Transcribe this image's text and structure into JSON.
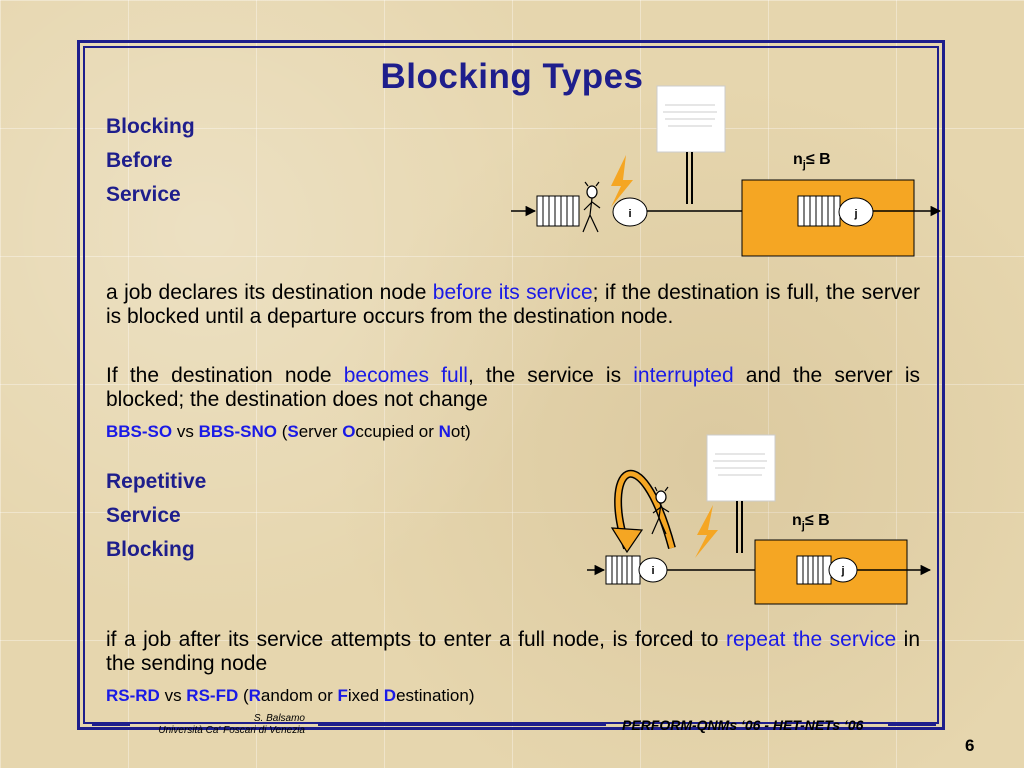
{
  "slide": {
    "title": "Blocking Types",
    "section1": [
      "Blocking",
      "Before",
      "Service"
    ],
    "para1": {
      "pre": "a job declares its destination node ",
      "hl": "before its service",
      "post": "; if the destination is full, the server is blocked until a departure occurs from the destination node."
    },
    "para2": {
      "a": "If the destination node ",
      "b": "becomes full",
      "c": ", the service is ",
      "d": "interrupted",
      "e": " and the server is blocked; the destination does not change"
    },
    "bbs": {
      "so": "BBS-SO",
      "vs": " vs ",
      "sno": "BBS-SNO",
      "open": " (",
      "s": "S",
      "erver": "erver ",
      "o": "O",
      "ccupied": "ccupied or ",
      "n": "N",
      "ot": "ot)"
    },
    "section2": [
      "Repetitive",
      "Service",
      "Blocking"
    ],
    "para3": {
      "pre": "if a job after its service attempts to enter a full node, is forced to ",
      "hl": "repeat the service",
      "post": " in the sending node"
    },
    "rs": {
      "rd": "RS-RD",
      "vs": " vs ",
      "fd": "RS-FD",
      "open": " (",
      "r": "R",
      "andom": "andom or ",
      "f": "F",
      "ixed": "ixed ",
      "d": "D",
      "est": "estination)"
    },
    "diagram": {
      "node_i": "i",
      "node_j": "j",
      "cap_n": "n",
      "cap_sub": "j",
      "cap_rest": "≤ B",
      "accent": "#f5a623",
      "queue_color": "#ffffff",
      "line_color": "#000000"
    },
    "footer": {
      "author": "S. Balsamo",
      "affiliation": "Università Ca' Foscari di Venezia",
      "event": "PERFORM-QNMs ‘06 - HET-NETs ‘06",
      "page": "6"
    }
  }
}
